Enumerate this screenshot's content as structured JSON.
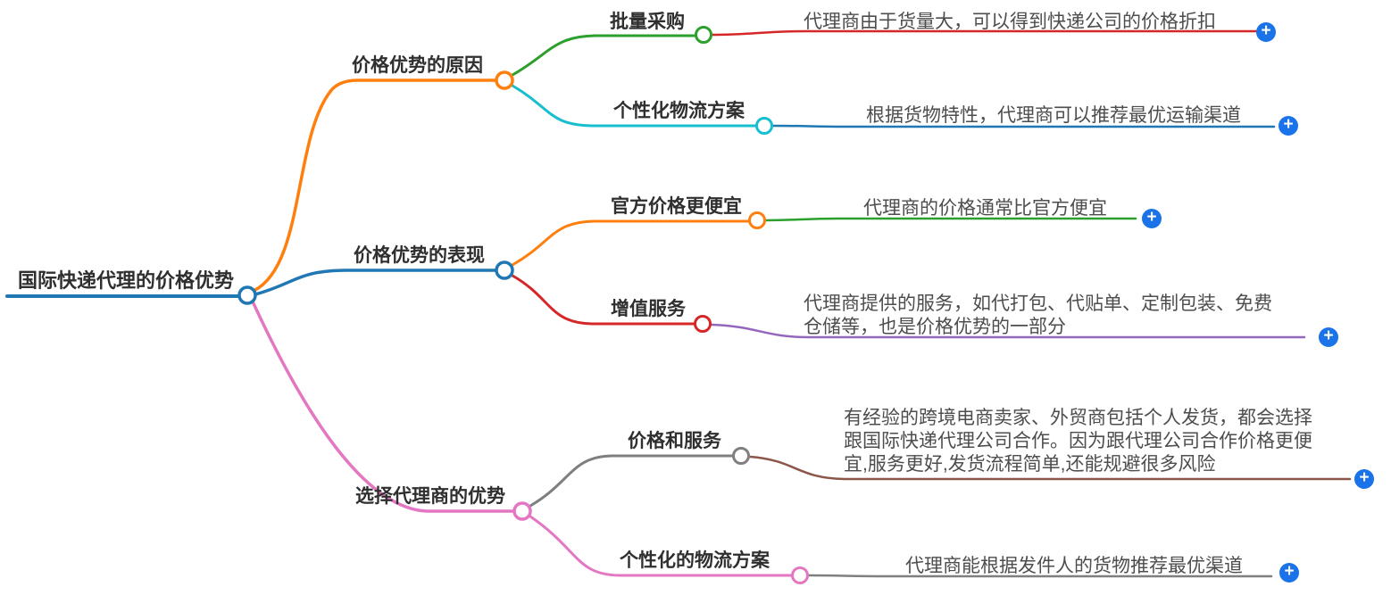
{
  "ui": {
    "plus_symbol": "+",
    "plus_color": "#1a73e8",
    "background": "#ffffff",
    "label_color": "#2f2f2f",
    "leaf_text_color": "#4d4d4d"
  },
  "palette": {
    "blue": "#1f77b4",
    "orange": "#ff7f0e",
    "green": "#2ca02c",
    "red": "#d62728",
    "purple": "#9467bd",
    "brown": "#8c564b",
    "pink": "#e377c2",
    "gray": "#7f7f7f",
    "cyan": "#17becf"
  },
  "root": {
    "label": "国际快递代理的价格优势",
    "color": "#1f77b4"
  },
  "branches": [
    {
      "label": "价格优势的原因",
      "color": "#ff7f0e",
      "children": [
        {
          "label": "批量采购",
          "color": "#2ca02c",
          "leaf": {
            "text": "代理商由于货量大，可以得到快递公司的价格折扣",
            "color": "#d62728"
          }
        },
        {
          "label": "个性化物流方案",
          "color": "#17becf",
          "leaf": {
            "text": "根据货物特性，代理商可以推荐最优运输渠道",
            "color": "#1f77b4"
          }
        }
      ]
    },
    {
      "label": "价格优势的表现",
      "color": "#1f77b4",
      "children": [
        {
          "label": "官方价格更便宜",
          "color": "#ff7f0e",
          "leaf": {
            "text": "代理商的价格通常比官方便宜",
            "color": "#2ca02c"
          }
        },
        {
          "label": "增值服务",
          "color": "#d62728",
          "leaf": {
            "text": "代理商提供的服务，如代打包、代贴单、定制包装、免费\n仓储等，也是价格优势的一部分",
            "color": "#9467bd"
          }
        }
      ]
    },
    {
      "label": "选择代理商的优势",
      "color": "#e377c2",
      "children": [
        {
          "label": "价格和服务",
          "color": "#7f7f7f",
          "leaf": {
            "text": "有经验的跨境电商卖家、外贸商包括个人发货，都会选择\n跟国际快递代理公司合作。因为跟代理公司合作价格更便\n宜,服务更好,发货流程简单,还能规避很多风险",
            "color": "#8c564b"
          }
        },
        {
          "label": "个性化的物流方案",
          "color": "#e377c2",
          "leaf": {
            "text": "代理商能根据发件人的货物推荐最优渠道",
            "color": "#7f7f7f"
          }
        }
      ]
    }
  ]
}
